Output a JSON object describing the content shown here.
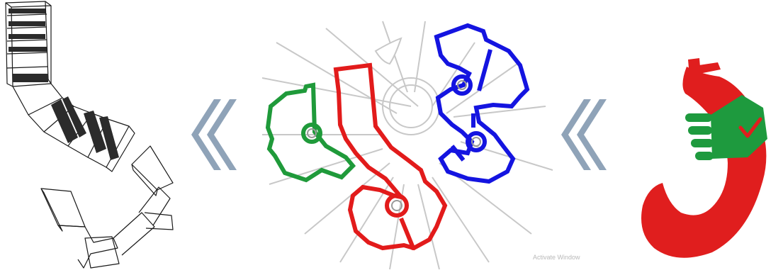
{
  "watermark": {
    "text": "Activate Window"
  },
  "colors": {
    "background": "#ffffff",
    "arrow": "#8fa3b8",
    "sketch_line": "#1a1a1a",
    "sketch_fill": "#2b2b2b",
    "site_lines": "#c8c8c8",
    "building_green": "#1f9a3a",
    "building_red": "#e21b1b",
    "building_blue": "#1414e0",
    "logo_red": "#e01e1e",
    "logo_green": "#1e9a3e",
    "logo_dark": "#1a1a1a"
  },
  "panels": [
    {
      "name": "massing-sketch",
      "icon": "stepped-building-sketch"
    },
    {
      "name": "site-plan",
      "icon": "three-building-plan"
    },
    {
      "name": "concept-logo",
      "icon": "hand-check-logo"
    }
  ],
  "arrows": [
    {
      "direction": "left",
      "icon": "double-chevron-left-icon"
    },
    {
      "direction": "left",
      "icon": "double-chevron-left-icon"
    }
  ]
}
